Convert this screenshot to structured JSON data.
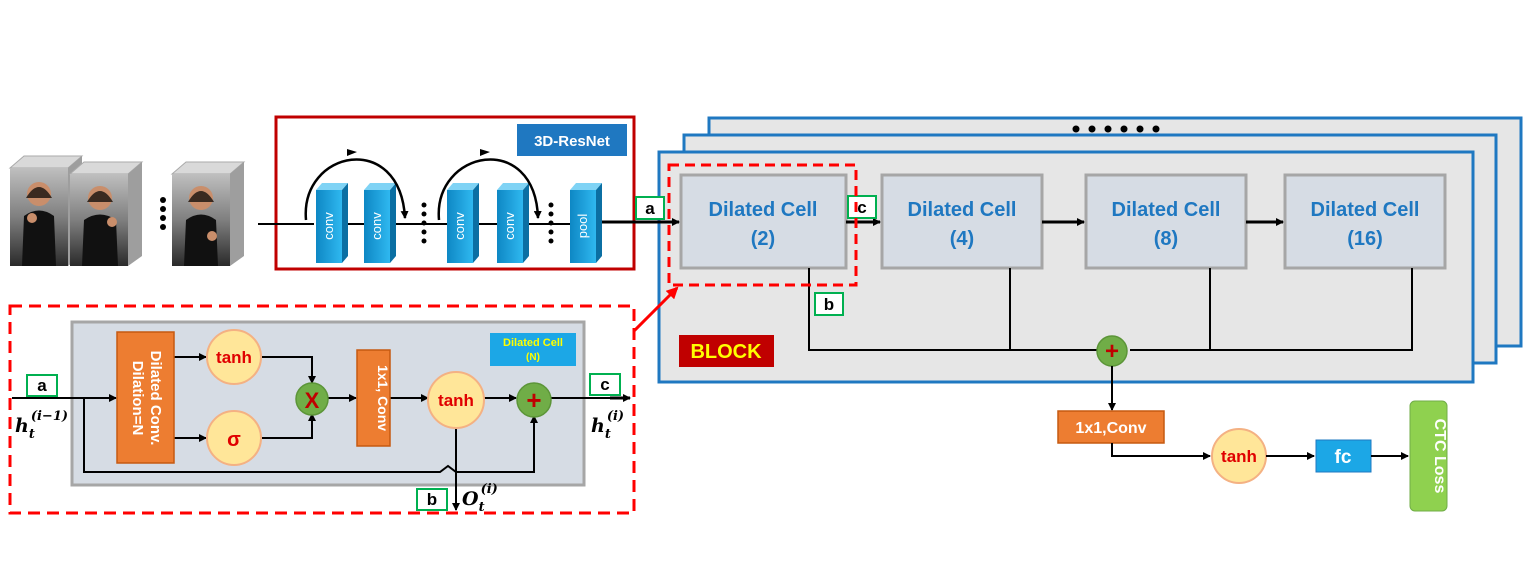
{
  "colors": {
    "resnet_border": "#c00000",
    "block_border": "#1f78c1",
    "block_fill": "#e6e6e6",
    "cell_fill": "#d6dce4",
    "cell_text": "#1f78c1",
    "conv_fill": "#1ca7e6",
    "orange": "#ed7d31",
    "peach": "#ffe699",
    "green_circle": "#70ad47",
    "red_text": "#e00000",
    "dashed_red": "#ff0000",
    "tag_border": "#00b050",
    "ctc_fill": "#8fd14f",
    "fc_fill": "#1ca7e6"
  },
  "resnet": {
    "badge": "3D-ResNet",
    "conv1": "conv",
    "conv2": "conv",
    "conv3": "conv",
    "conv4": "conv",
    "pool": "pool"
  },
  "block": {
    "label": "BLOCK",
    "cells": [
      {
        "title": "Dilated Cell",
        "rate": "(2)"
      },
      {
        "title": "Dilated Cell",
        "rate": "(4)"
      },
      {
        "title": "Dilated Cell",
        "rate": "(8)"
      },
      {
        "title": "Dilated Cell",
        "rate": "(16)"
      }
    ]
  },
  "tags": {
    "a": "a",
    "b": "b",
    "c": "c"
  },
  "detail": {
    "badge_line1": "Dilated Cell",
    "badge_line2": "(N)",
    "dilated_conv_line1": "Dilated Conv.",
    "dilated_conv_line2": "Dilation=N",
    "tanh1": "tanh",
    "sigma": "σ",
    "multiply": "X",
    "conv1x1": "1x1, Conv",
    "tanh2": "tanh",
    "plus": "+",
    "h_in": "h",
    "h_in_sub": "t",
    "h_in_sup": "(i−1)",
    "h_out": "h",
    "h_out_sub": "t",
    "h_out_sup": "(i)",
    "o_out": "O",
    "o_out_sub": "t",
    "o_out_sup": "(i)"
  },
  "head": {
    "plus": "+",
    "conv": "1x1,Conv",
    "tanh": "tanh",
    "fc": "fc",
    "ctc": "CTC Loss"
  }
}
